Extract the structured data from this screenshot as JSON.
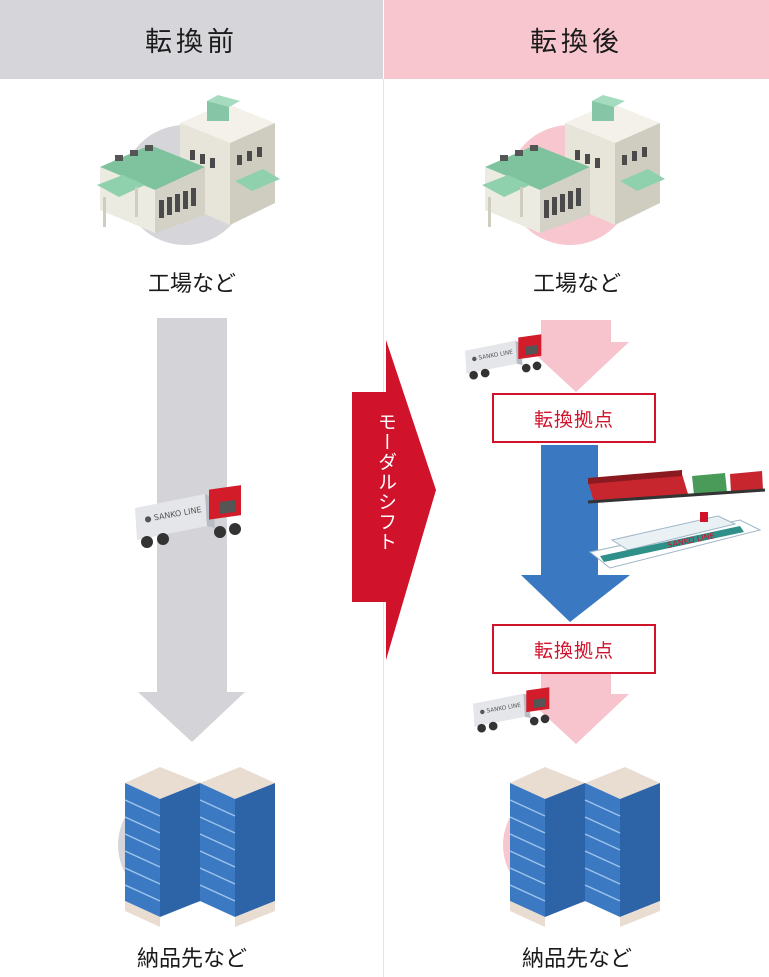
{
  "header": {
    "before": "転換前",
    "after": "転換後"
  },
  "labels": {
    "factory_before": "工場など",
    "factory_after": "工場など",
    "dest_before": "納品先など",
    "dest_after": "納品先など"
  },
  "hubs": {
    "top": "転換拠点",
    "bottom": "転換拠点"
  },
  "modal_shift": "モーダルシフト",
  "truck_brand": "SANKO LINE",
  "colors": {
    "header_before_bg": "#d6d6da",
    "header_after_bg": "#f8c6cf",
    "gray_arrow": "#d3d3d8",
    "pink_arrow": "#f7c3cc",
    "blue_arrow": "#3a78c2",
    "accent_red": "#d0122a"
  }
}
